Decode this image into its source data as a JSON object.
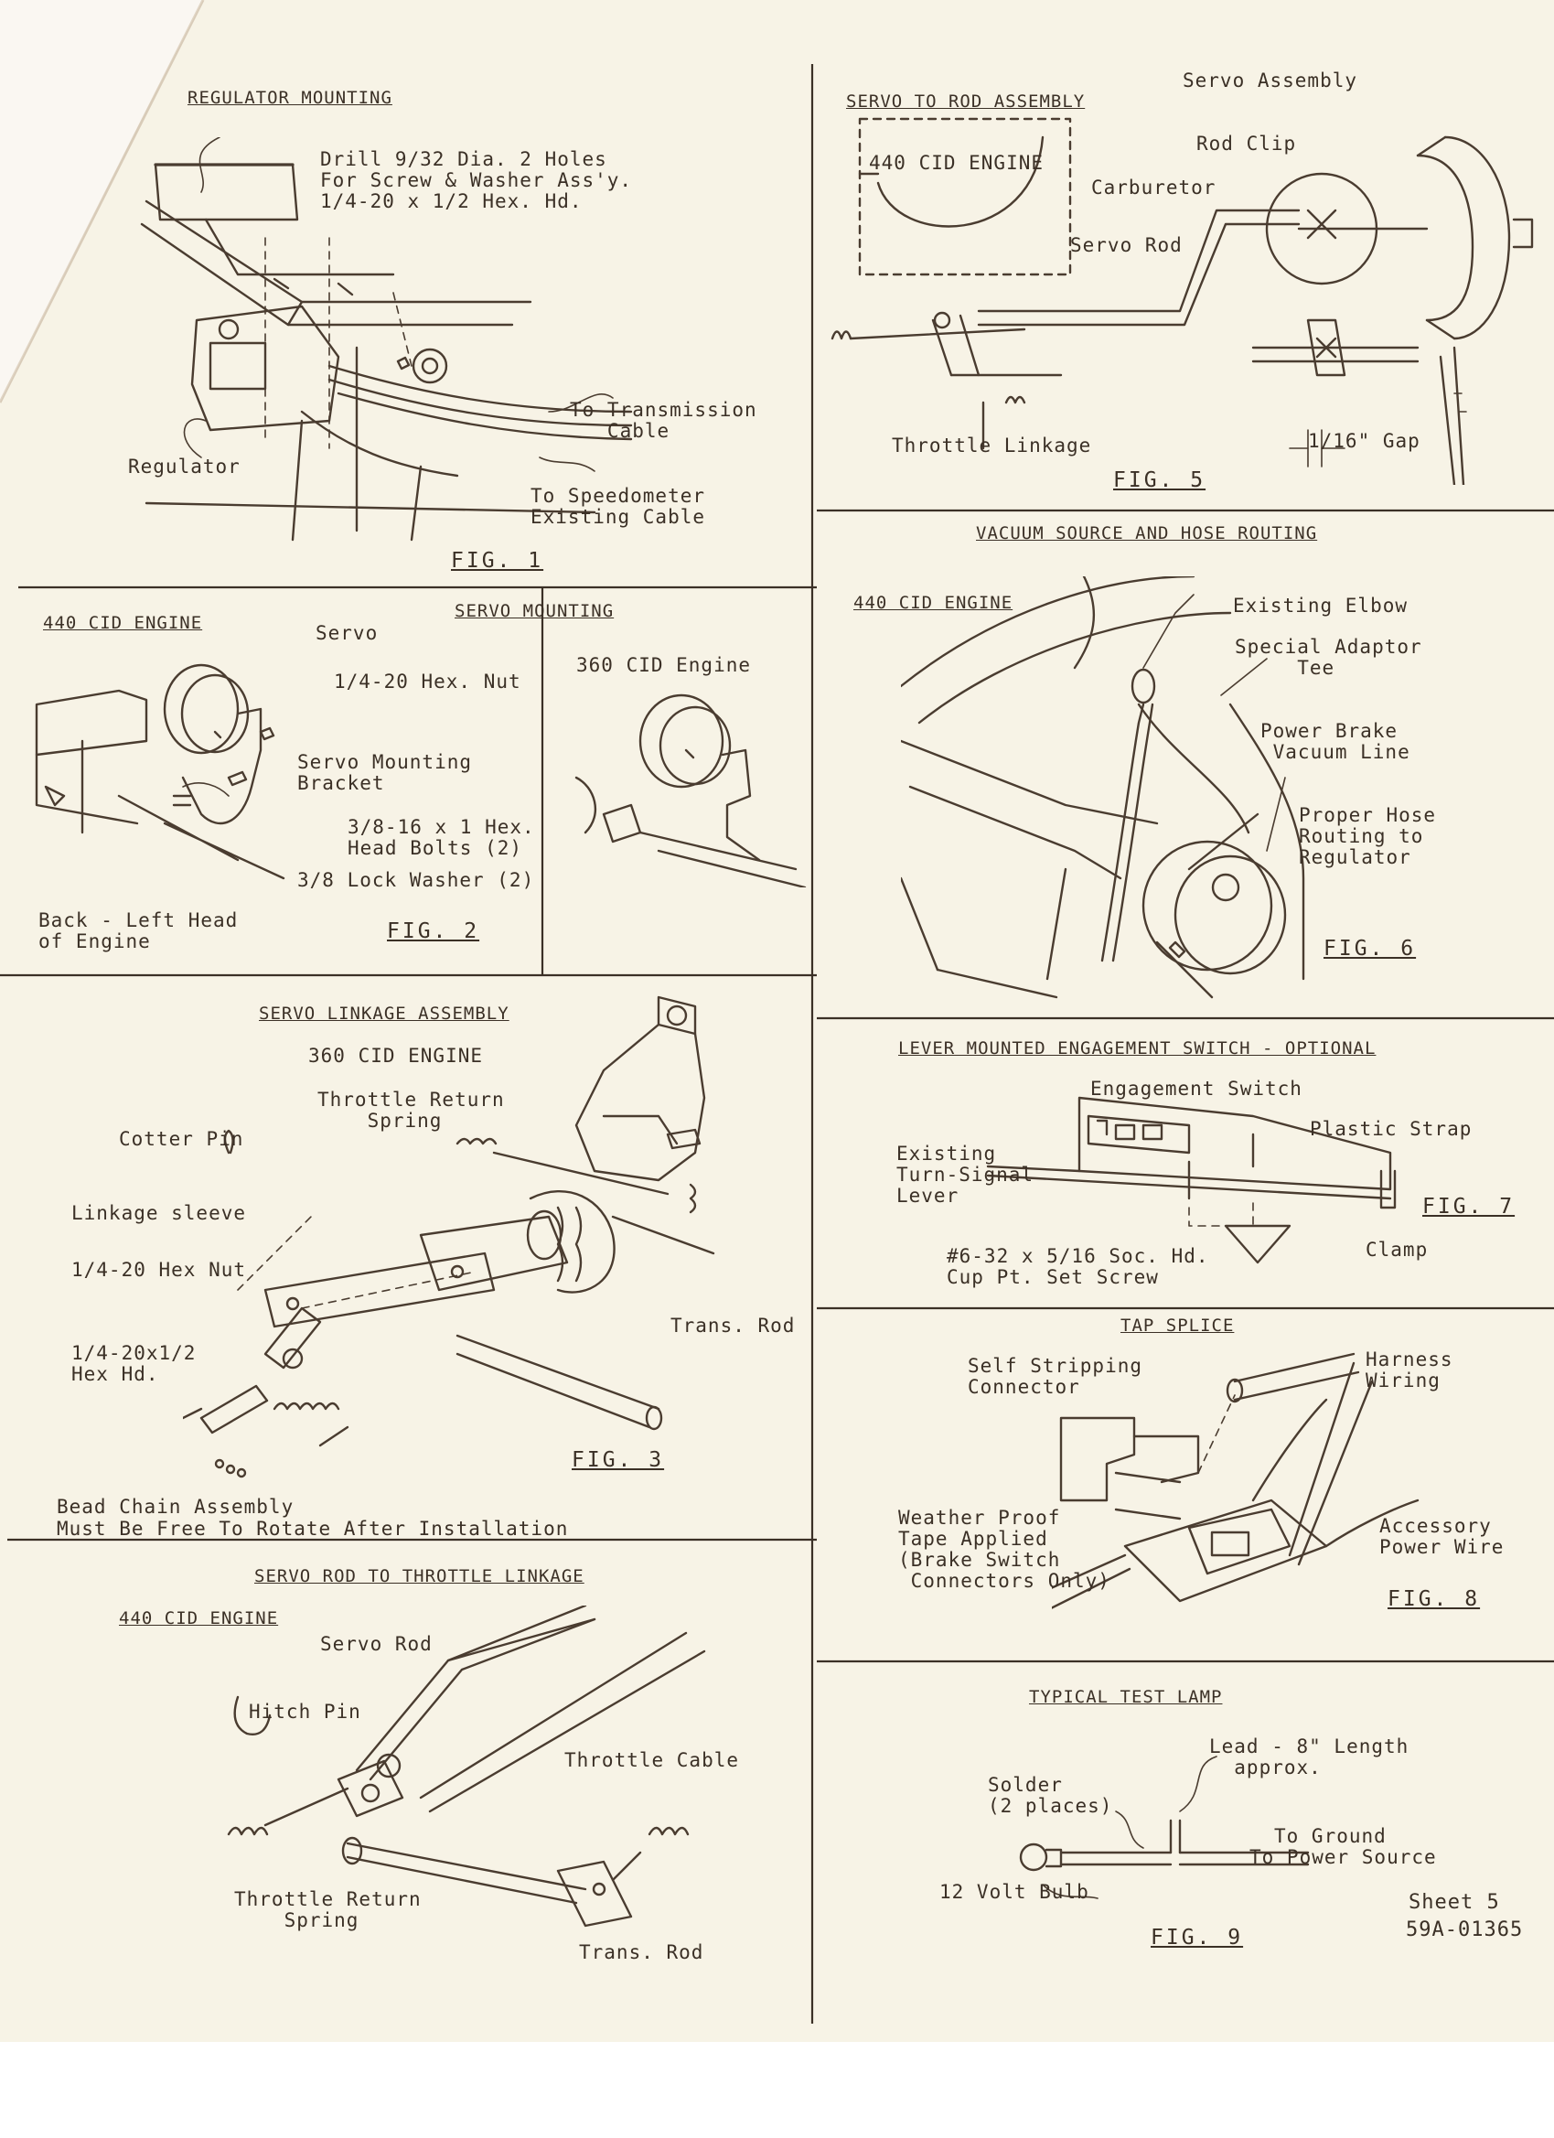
{
  "colors": {
    "paper": "#f7f3e6",
    "ink": "#3b3026",
    "fold": "#e8ddd0"
  },
  "footer": {
    "sheet": "Sheet 5",
    "code": "59A-01365"
  },
  "fig1": {
    "title": "REGULATOR MOUNTING",
    "drill": "Drill 9/32 Dia. 2 Holes\nFor Screw & Washer Ass'y.\n1/4-20 x 1/2 Hex. Hd.",
    "to_transmission": "To Transmission\n   Cable",
    "regulator": "Regulator",
    "to_speedometer": "To Speedometer\nExisting Cable",
    "caption": "FIG. 1"
  },
  "fig2": {
    "engine440": "440 CID ENGINE",
    "title": "SERVO MOUNTING",
    "servo": "Servo",
    "hex_nut": "1/4-20 Hex. Nut",
    "engine360": "360 CID Engine",
    "bracket": "Servo Mounting\nBracket",
    "bolts": "3/8-16 x 1 Hex.\nHead Bolts (2)",
    "washer": "3/8 Lock Washer (2)",
    "back_left": "Back - Left Head\nof Engine",
    "caption": "FIG. 2"
  },
  "fig3": {
    "title": "SERVO LINKAGE ASSEMBLY",
    "engine": "360 CID ENGINE",
    "return_spring": "Throttle Return\n    Spring",
    "cotter_pin": "Cotter Pin",
    "sleeve": "Linkage sleeve",
    "hex_nut": "1/4-20 Hex Nut",
    "hex_hd": "1/4-20x1/2\nHex Hd.",
    "trans_rod": "Trans. Rod",
    "caption": "FIG. 3",
    "bead_chain": "Bead Chain Assembly",
    "must_be_free": "Must Be Free To Rotate After Installation"
  },
  "fig4": {
    "title": "SERVO ROD TO THROTTLE LINKAGE",
    "engine": "440 CID ENGINE",
    "servo_rod": "Servo Rod",
    "hitch_pin": "Hitch Pin",
    "throttle_cable": "Throttle Cable",
    "return_spring": "Throttle Return\n    Spring",
    "trans_rod": "Trans. Rod"
  },
  "fig5": {
    "title": "SERVO TO ROD ASSEMBLY",
    "servo_assembly": "Servo Assembly",
    "rod_clip": "Rod Clip",
    "engine": "440 CID ENGINE",
    "carburetor": "Carburetor",
    "servo_rod": "Servo Rod",
    "throttle_linkage": "Throttle Linkage",
    "gap": "1/16\" Gap",
    "caption": "FIG. 5"
  },
  "fig6": {
    "title": "VACUUM SOURCE AND HOSE ROUTING",
    "engine": "440 CID ENGINE",
    "elbow": "Existing Elbow",
    "adaptor": "Special Adaptor\n     Tee",
    "vacuum_line": "Power Brake\n Vacuum Line",
    "hose_routing": "Proper Hose\nRouting to\nRegulator",
    "caption": "FIG. 6"
  },
  "fig7": {
    "title": "LEVER MOUNTED ENGAGEMENT SWITCH - OPTIONAL",
    "switch": "Engagement Switch",
    "strap": "Plastic Strap",
    "lever": "Existing\nTurn-Signal\nLever",
    "caption": "FIG. 7",
    "screw": "#6-32 x 5/16 Soc. Hd.\nCup Pt. Set Screw",
    "clamp": "Clamp"
  },
  "fig8": {
    "title": "TAP SPLICE",
    "connector": "Self Stripping\nConnector",
    "harness": "Harness\nWiring",
    "tape": "Weather Proof\nTape Applied\n(Brake Switch\n Connectors Only)",
    "accessory": "Accessory\nPower Wire",
    "caption": "FIG. 8"
  },
  "fig9": {
    "title": "TYPICAL TEST LAMP",
    "lead": "Lead - 8\" Length\n  approx.",
    "solder": "Solder\n(2 places)",
    "ground": "To Ground",
    "power": "To Power Source",
    "bulb": "12 Volt Bulb",
    "caption": "FIG. 9"
  }
}
